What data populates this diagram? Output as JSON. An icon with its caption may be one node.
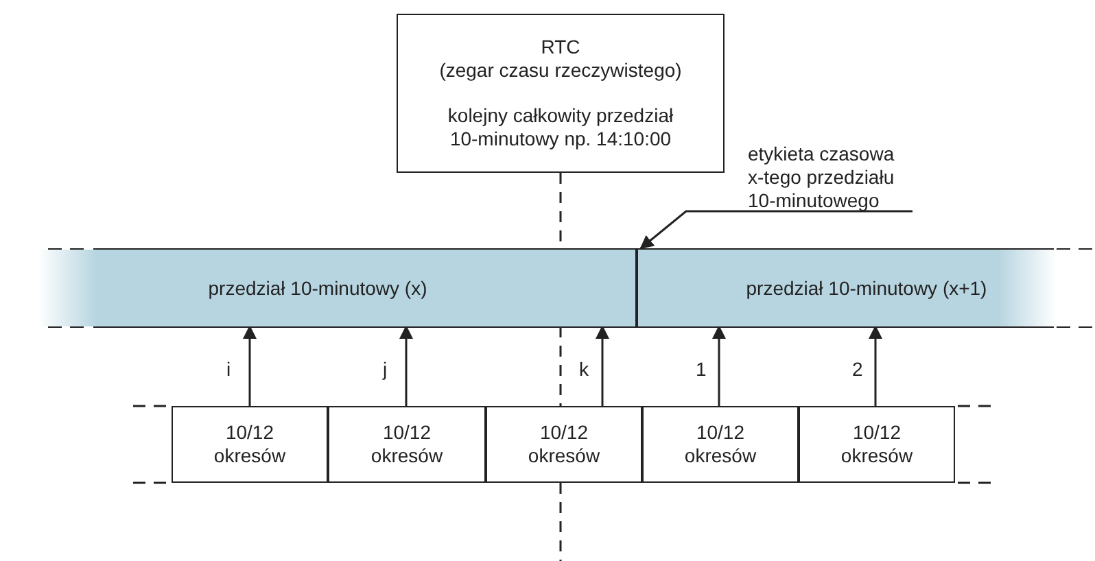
{
  "diagram": {
    "nodes": [
      {
        "text": [
          "RTC",
          "(zegar czasu rzeczywistego)",
          "kolejny całkowity przedział 10-minutowy np. 14:10:00"
        ]
      },
      {
        "text": [
          "etykieta czasowa x-tego przedziału 10-minutowego"
        ]
      },
      {
        "text": [
          "przedział 10-minutowy (x)"
        ]
      },
      {
        "text": [
          "przedział 10-minutowy (x+1)"
        ]
      },
      {
        "text": [
          "10/12 okresów"
        ]
      },
      {
        "text": [
          "10/12 okresów"
        ]
      },
      {
        "text": [
          "10/12 okresów"
        ]
      },
      {
        "text": [
          "10/12 okresów"
        ]
      },
      {
        "text": [
          "10/12 okresów"
        ]
      }
    ],
    "edges": [
      {
        "from": 0,
        "to": null,
        "arrow": "none",
        "style": "dashed"
      },
      {
        "from": 1,
        "to": 3,
        "arrow": "to"
      },
      {
        "from": 4,
        "to": 2,
        "arrow": "to",
        "label": "i"
      },
      {
        "from": 5,
        "to": 2,
        "arrow": "to",
        "label": "j"
      },
      {
        "from": 6,
        "to": 2,
        "arrow": "to",
        "label": "k"
      },
      {
        "from": 7,
        "to": 3,
        "arrow": "to",
        "label": "1"
      },
      {
        "from": 8,
        "to": 3,
        "arrow": "to",
        "label": "2"
      }
    ]
  }
}
